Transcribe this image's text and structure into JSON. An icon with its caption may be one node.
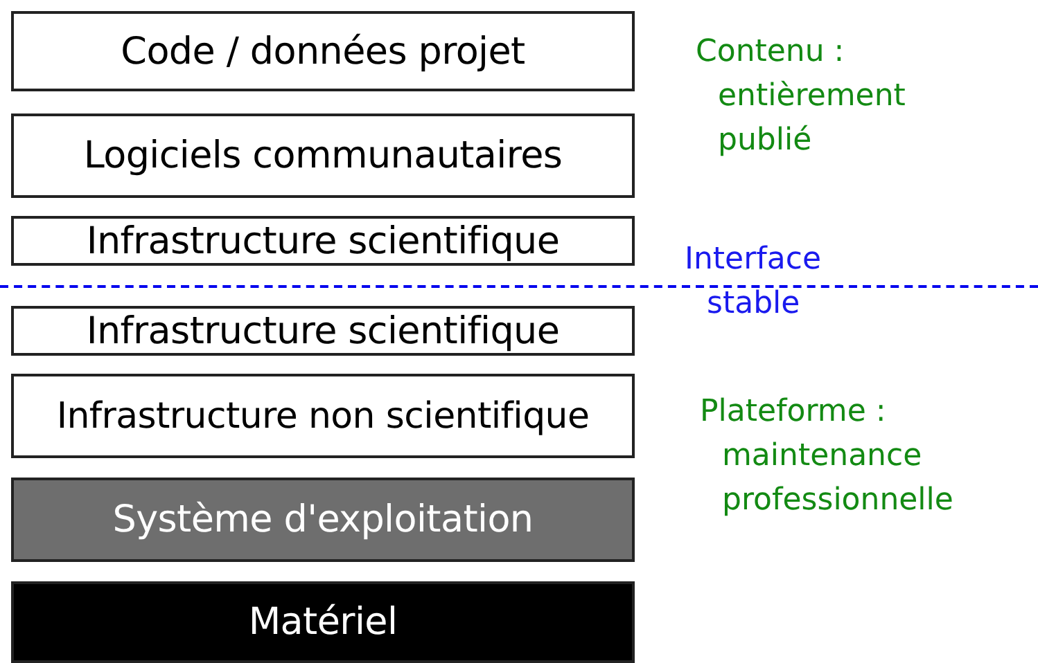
{
  "diagram": {
    "nodes": [
      {
        "text": [
          "Code / données projet"
        ]
      },
      {
        "text": [
          "Logiciels communautaires"
        ]
      },
      {
        "text": [
          "Infrastructure scientifique"
        ]
      },
      {
        "text": [
          "Infrastructure scientifique"
        ]
      },
      {
        "text": [
          "Infrastructure non scientifique"
        ]
      },
      {
        "text": [
          "Système d'exploitation"
        ]
      },
      {
        "text": [
          "Matériel"
        ]
      }
    ],
    "edges": [],
    "labels": [
      "Contenu : entièrement publié",
      "Interface stable",
      "Plateforme : maintenance professionnelle"
    ]
  }
}
